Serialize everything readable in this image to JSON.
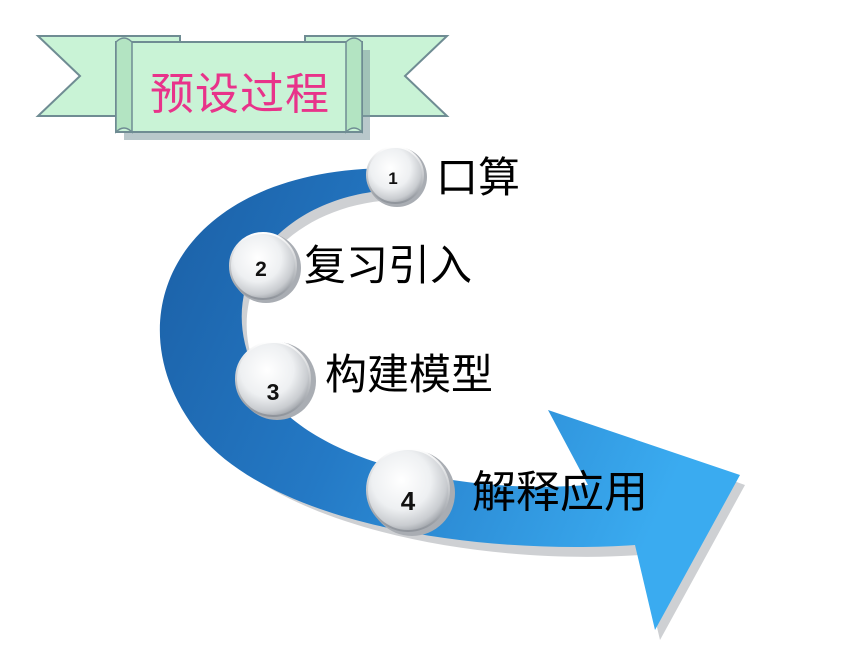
{
  "title": "预设过程",
  "steps": [
    {
      "number": "1",
      "label": "口算"
    },
    {
      "number": "2",
      "label": "复习引入"
    },
    {
      "number": "3",
      "label": "构建模型"
    },
    {
      "number": "4",
      "label": "解释应用"
    }
  ],
  "colors": {
    "banner_fill": "#c9f3d6",
    "banner_stroke": "#6f8c93",
    "title_text": "#e8338a",
    "arrow_dark": "#1b5fa5",
    "arrow_light": "#37a8ee"
  }
}
